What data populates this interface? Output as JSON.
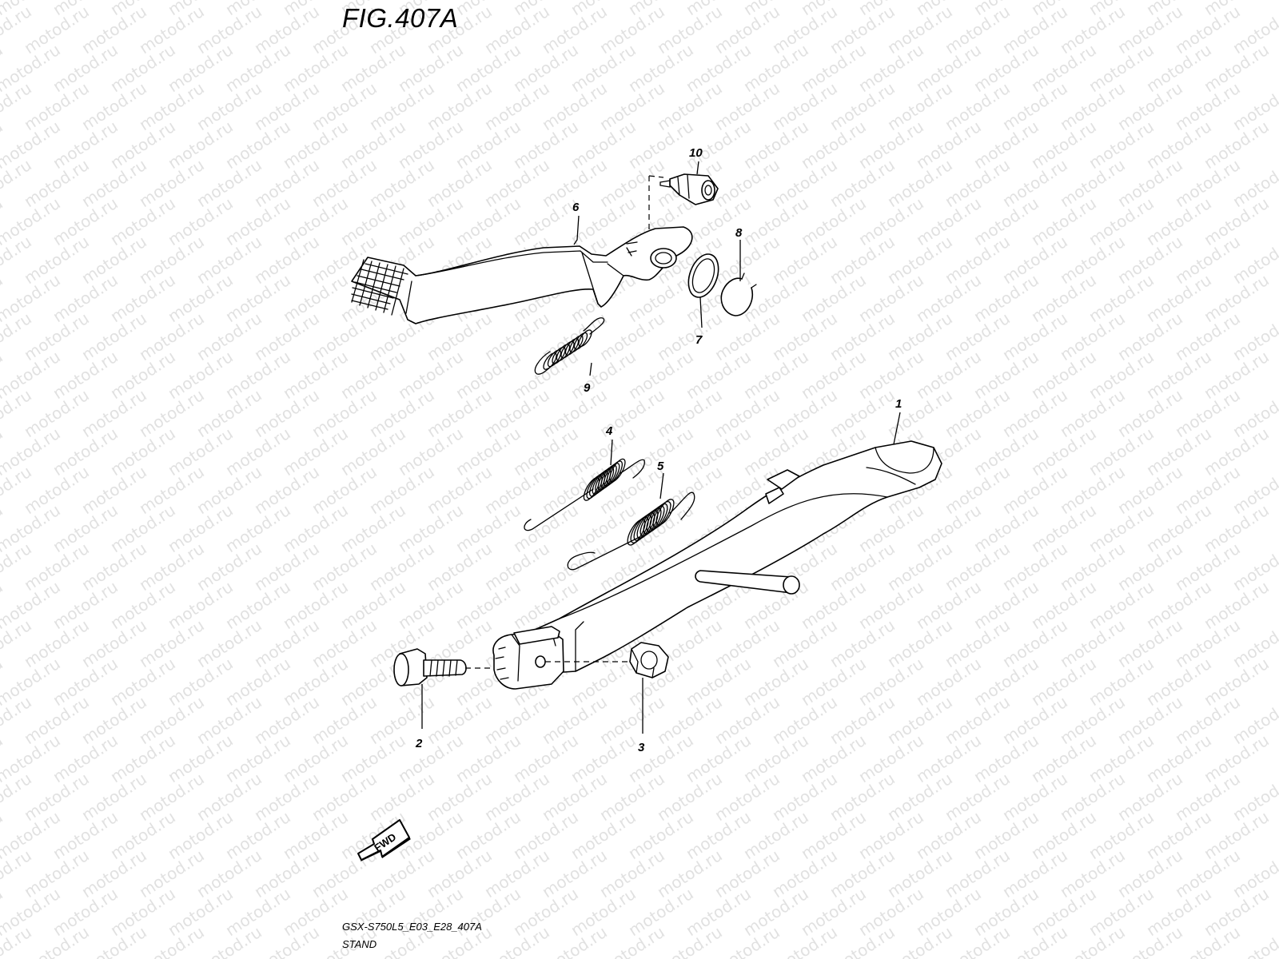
{
  "figure": {
    "title": "FIG.407A",
    "code": "GSX-S750L5_E03_E28_407A",
    "name": "STAND"
  },
  "watermark": {
    "text": "motod.ru"
  },
  "direction_arrow": {
    "label": "FWD"
  },
  "callouts": [
    {
      "id": "1",
      "part": "side-stand"
    },
    {
      "id": "2",
      "part": "stand-bolt"
    },
    {
      "id": "3",
      "part": "stand-nut"
    },
    {
      "id": "4",
      "part": "stand-spring-inner"
    },
    {
      "id": "5",
      "part": "stand-spring-outer"
    },
    {
      "id": "6",
      "part": "kick-lever"
    },
    {
      "id": "7",
      "part": "washer"
    },
    {
      "id": "8",
      "part": "circlip"
    },
    {
      "id": "9",
      "part": "lever-spring"
    },
    {
      "id": "10",
      "part": "pivot-pin"
    }
  ]
}
